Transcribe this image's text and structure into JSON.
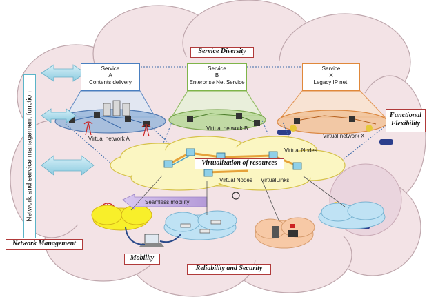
{
  "management": {
    "vertical_label": "Network and service management function",
    "network_management": "Network Management"
  },
  "services": [
    {
      "title": "Service",
      "letter": "A",
      "desc": "Contents delivery",
      "color": "#4a7fc0"
    },
    {
      "title": "Service",
      "letter": "B",
      "desc": "Enterprise Net Service",
      "color": "#7fb54a"
    },
    {
      "title": "Service",
      "letter": "X",
      "desc": "Legacy IP net.",
      "color": "#e0883a"
    }
  ],
  "tags": {
    "service_diversity": "Service Diversity",
    "functional_flexibility": "Functional Flexibility",
    "virtualization": "Virtualization of resources",
    "mobility": "Mobility",
    "reliability": "Reliability and Security"
  },
  "labels": {
    "vnet_a": "Virtual network A",
    "vnet_b": "Virtual network B",
    "vnet_x": "Virtual network X",
    "virtual_nodes_1": "Virtual Nodes",
    "virtual_nodes_2": "Virtual Nodes",
    "virtual_links": "VirtualLinks",
    "seamless_mobility": "Seamless mobility"
  },
  "colors": {
    "cloud": "#f3e3e6",
    "cloud_stroke": "#bfa7ad",
    "resource_cloud": "#fbf6c2",
    "accent_red": "#b03a3a",
    "arrow_blue": "#a8d8ea"
  }
}
